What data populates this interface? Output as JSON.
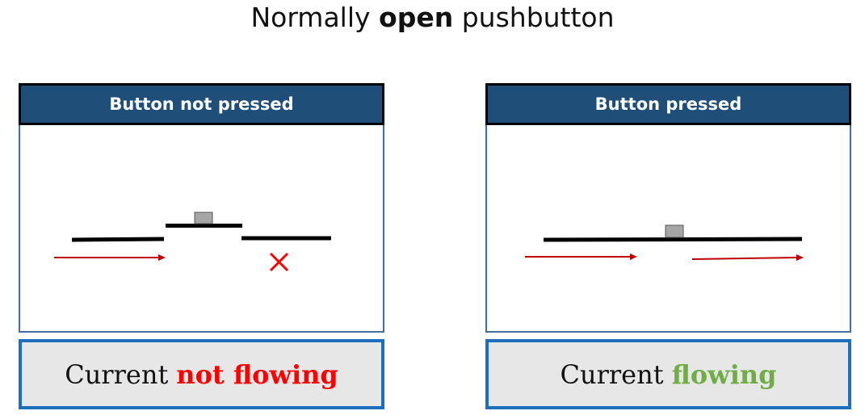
{
  "title": {
    "prefix": "Normally",
    "emphasis": "open",
    "suffix": "pushbutton"
  },
  "panels": [
    {
      "header": "Button not pressed",
      "status": {
        "text": "Current",
        "emphasis": "not flowing",
        "emphasis_color": "#ff0000"
      }
    },
    {
      "header": "Button pressed",
      "status": {
        "text": "Current",
        "emphasis": "flowing",
        "emphasis_color": "#70ad47"
      }
    }
  ],
  "colors": {
    "header_bg": "#1f4e79",
    "arrow": "#c00000",
    "cross": "#ff0000",
    "button_cap": "#a6a6a6",
    "status_bg": "#e7e7e7",
    "status_border": "#1b6fbd"
  }
}
